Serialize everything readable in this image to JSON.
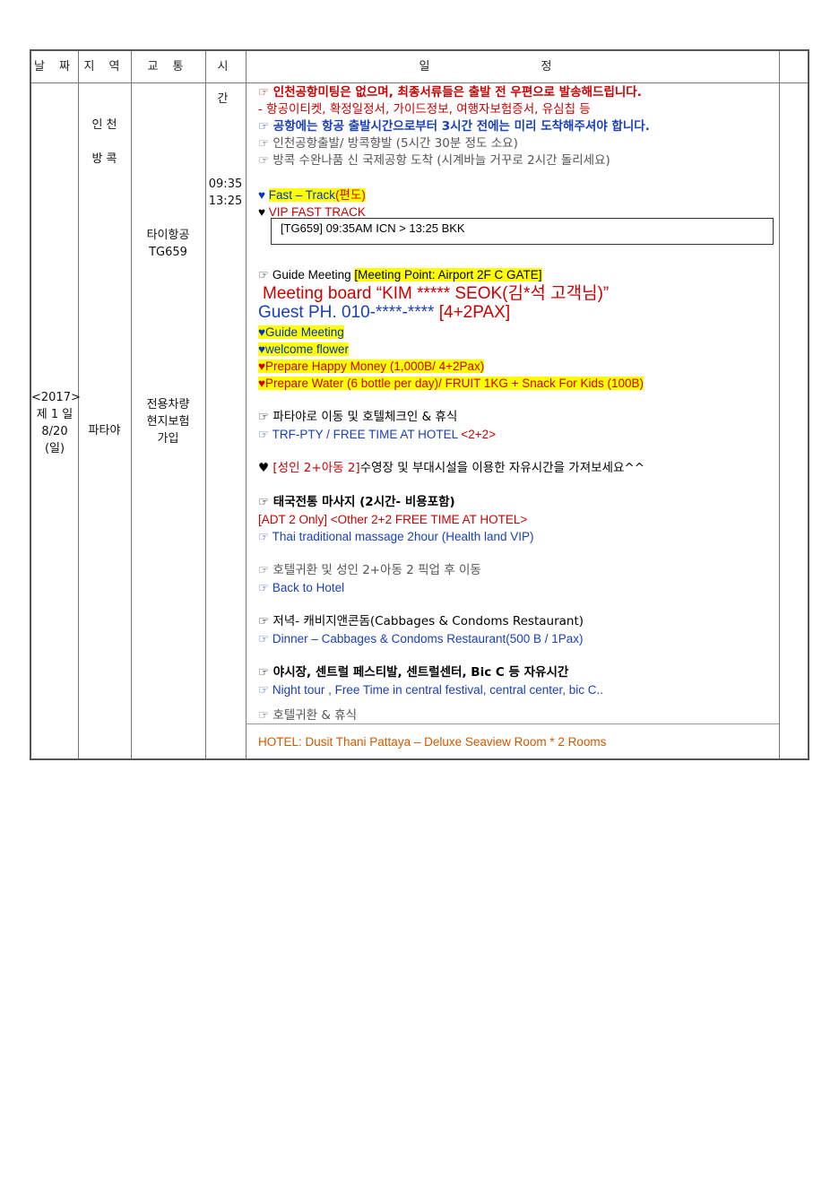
{
  "header": {
    "date": "날 짜",
    "region": "지 역",
    "transport": "교 통",
    "time": "시 간",
    "schedule": "일 정"
  },
  "row": {
    "date_lines": [
      "<2017>",
      "제 1 일",
      "8/20",
      "(일)"
    ],
    "region_top_1": "인 천",
    "region_top_2": "방 콕",
    "region_bottom": "파타야",
    "transport_airline_1": "타이항공",
    "transport_airline_2": "TG659",
    "transport_car_1": "전용차량",
    "transport_car_2": "현지보험",
    "transport_car_3": "가입",
    "time_1": "09:35",
    "time_2": "13:25"
  },
  "schedule": {
    "l1": "☞ 인천공항미팅은 없으며, 최종서류들은 출발 전 우편으로 발송해드립니다.",
    "l2": "- 항공이티켓, 확정일정서, 가이드정보, 여행자보험증서, 유심칩 등",
    "l3": "☞ 공항에는 항공 출발시간으로부터 3시간 전에는 미리 도착해주셔야 합니다.",
    "l4": "☞ 인천공항출발/ 방콕향발 (5시간 30분 정도 소요)",
    "l5": "☞ 방콕 수완나품 신 국제공항 도착 (시계바늘 거꾸로 2시간 돌리세요)",
    "fast_heart": "♥",
    "fast_text": "Fast – Track",
    "fast_paren": "(편도)",
    "vip_heart": "♥",
    "vip_text": "VIP FAST TRACK",
    "flight_box": "[TG659] 09:35AM ICN > 13:25 BKK",
    "guide_prefix": "☞ Guide Meeting",
    "guide_point": "[Meeting Point: Airport 2F C GATE]",
    "meeting_board": "Meeting board “KIM ***** SEOK(김*석 고객님)”",
    "guest_prefix": "Guest PH.",
    "guest_phone": "010-****-****",
    "guest_pax": "[4+2PAX]",
    "gm_heart": "♥",
    "gm_text": "Guide Meeting",
    "wf_heart": "♥",
    "wf_text": "welcome flower",
    "money_heart": "♥",
    "money_text": "Prepare Happy Money (1,000B/ 4+2Pax)",
    "water_heart": "♥",
    "water_text": "Prepare Water (6 bottle per day)/ FRUIT 1KG + Snack For Kids (100B)",
    "move_pattaya": "☞ 파타야로 이동 및 호텔체크인 & 휴식",
    "trf_pty": "☞ TRF-PTY / FREE TIME AT HOTEL",
    "trf_pax": "<2+2>",
    "pool_heart": "♥",
    "pool_bracket": "[성인 2+아동 2]",
    "pool_text": "수영장 및 부대시설을 이용한 자유시간을 가져보세요^^",
    "massage_kr": "☞ 태국전통 마사지 (2시간- 비용포함)",
    "adt_only": "[ADT 2 Only] <Other 2+2 FREE TIME AT HOTEL>",
    "massage_en": "☞ Thai traditional massage 2hour (Health land VIP)",
    "return_kr": "☞ 호텔귀환 및 성인 2+아동 2 픽업 후 이동",
    "back_hotel": "☞ Back to Hotel",
    "dinner_kr": "☞ 저녁- 캐비지앤콘돔(Cabbages & Condoms Restaurant)",
    "dinner_en": "☞ Dinner – Cabbages & Condoms Restaurant(500 B / 1Pax)",
    "night_kr": "☞ 야시장, 센트럴 페스티발, 센트럴센터, Bic C 등 자유시간",
    "night_en": "☞ Night tour , Free Time in central festival, central center, bic C..",
    "hotel_rest": "☞ 호텔귀환 & 휴식",
    "hotel_line": "HOTEL: Dusit Thani Pattaya – Deluxe Seaview Room * 2 Rooms"
  },
  "colors": {
    "red": "#cc0000",
    "blue": "#1a3fbf",
    "orange": "#d05a00",
    "highlight": "#ffff00"
  }
}
